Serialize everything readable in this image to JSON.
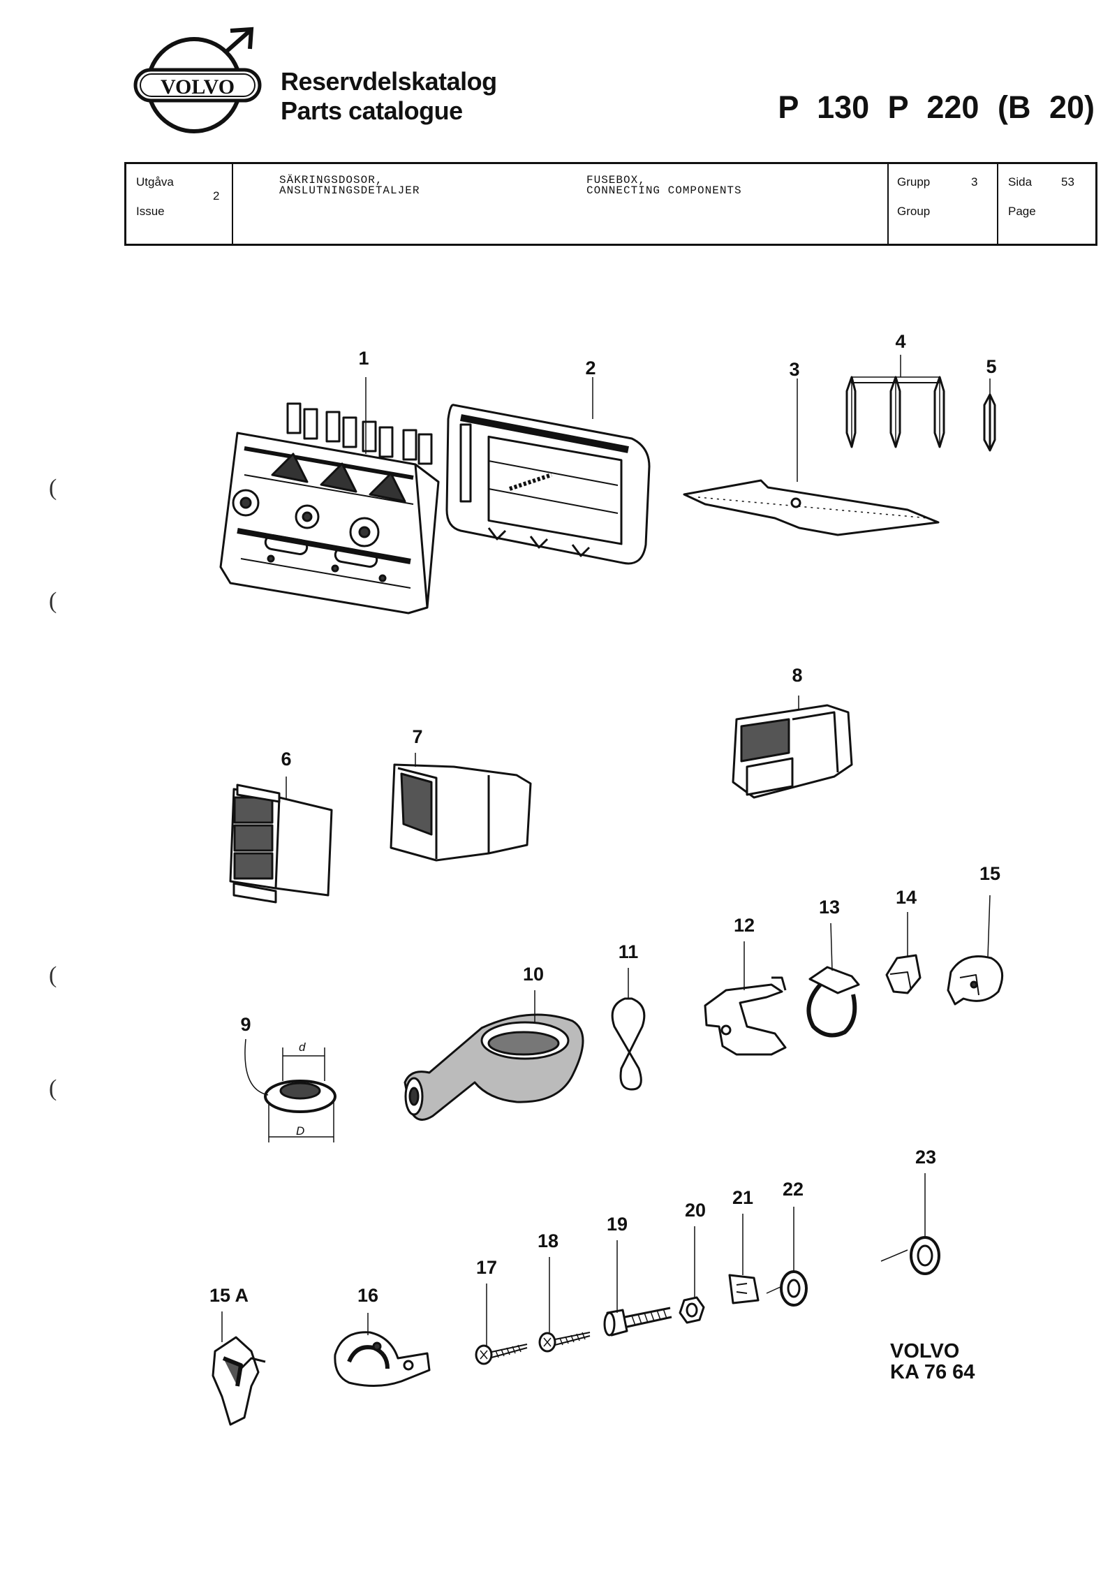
{
  "header": {
    "brand": "VOLVO",
    "title_sv": "Reservdelskatalog",
    "title_en": "Parts catalogue",
    "model": "P 130  P 220 (B 20)"
  },
  "info": {
    "issue_label_sv": "Utgåva",
    "issue_label_en": "Issue",
    "issue_value": "2",
    "desc_sv_1": "SÄKRINGSDOSOR,",
    "desc_sv_2": "ANSLUTNINGSDETALJER",
    "desc_en_1": "FUSEBOX,",
    "desc_en_2": "CONNECTING COMPONENTS",
    "group_label_sv": "Grupp",
    "group_label_en": "Group",
    "group_value": "3",
    "page_label_sv": "Sida",
    "page_label_en": "Page",
    "page_value": "53"
  },
  "callouts": [
    "1",
    "2",
    "3",
    "4",
    "5",
    "6",
    "7",
    "8",
    "9",
    "10",
    "11",
    "12",
    "13",
    "14",
    "15",
    "15 A",
    "16",
    "17",
    "18",
    "19",
    "20",
    "21",
    "22",
    "23"
  ],
  "dimensions": {
    "inner": "d",
    "outer": "D"
  },
  "reference": {
    "brand": "VOLVO",
    "code": "KA 76 64"
  },
  "margin_marks": [
    "(",
    "(",
    "(",
    "("
  ]
}
